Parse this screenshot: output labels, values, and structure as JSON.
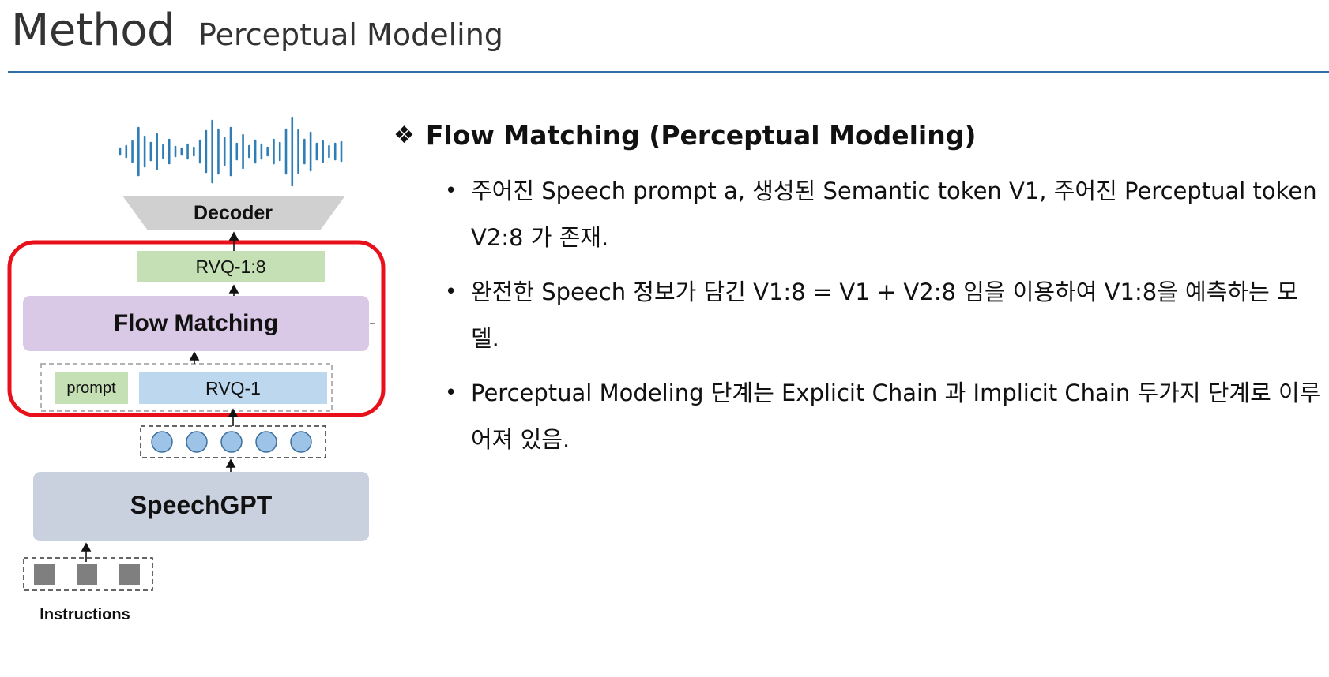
{
  "header": {
    "title": "Method",
    "subtitle": "Perceptual Modeling"
  },
  "diagram": {
    "decoder_label": "Decoder",
    "rvq_full_label": "RVQ-1:8",
    "flow_matching_label": "Flow Matching",
    "prompt_label": "prompt",
    "rvq1_label": "RVQ-1",
    "speechgpt_label": "SpeechGPT",
    "instructions_label": "Instructions",
    "token_count": 5,
    "instruction_block_count": 3,
    "colors": {
      "waveform": "#2e7db5",
      "decoder": "#d0d0d0",
      "green_box": "#c5e0b4",
      "flow_matching": "#d9c8e6",
      "rvq1_box": "#bdd7ee",
      "speechgpt": "#c9d0de",
      "token_circle": "#9dc3e6",
      "instruction_square": "#7f7f7f",
      "highlight": "#e8101a"
    }
  },
  "content": {
    "heading": "Flow Matching (Perceptual Modeling)",
    "bullets": [
      "주어진 Speech prompt a, 생성된 Semantic token V1, 주어진 Perceptual token V2:8 가 존재.",
      "완전한 Speech 정보가 담긴 V1:8 = V1 + V2:8 임을 이용하여 V1:8을 예측하는 모델.",
      "Perceptual Modeling 단계는 Explicit Chain 과 Implicit Chain 두가지 단계로 이루어져 있음."
    ]
  }
}
